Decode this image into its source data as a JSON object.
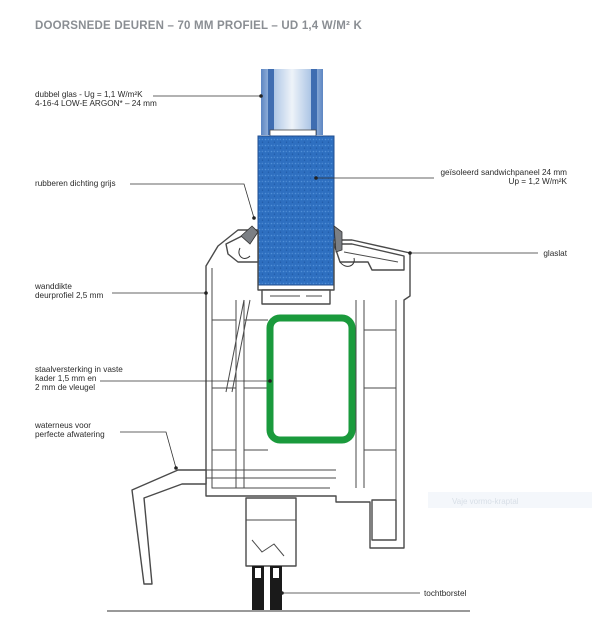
{
  "title": "DOORSNEDE DEUREN – 70 MM PROFIEL – UD 1,4 W/M² K",
  "labels": {
    "glass_line1": "dubbel glas - Ug = 1,1  W/m²K",
    "glass_line2": "4-16-4 LOW-E ARGON* – 24 mm",
    "seal": "rubberen dichting grijs",
    "panel_line1": "geïsoleerd sandwichpaneel 24 mm",
    "panel_line2": "Up = 1,2 W/m²K",
    "glaslat": "glaslat",
    "wall_line1": "wanddikte",
    "wall_line2": "deurprofiel 2,5 mm",
    "steel_line1": "staalversterking in vaste",
    "steel_line2": "kader 1,5 mm en",
    "steel_line3": "2 mm de vleugel",
    "drip_line1": "waterneus voor",
    "drip_line2": "perfecte afwatering",
    "brush": "tochtborstel"
  },
  "watermark": "Vaje vormo-kraptal",
  "colors": {
    "title": "#8a8e93",
    "panel": "#2e6fc0",
    "glass": "#8fb0d6",
    "steel": "#1a9a3c",
    "outline": "#4a4a4a",
    "brush": "#1a1a1a"
  }
}
